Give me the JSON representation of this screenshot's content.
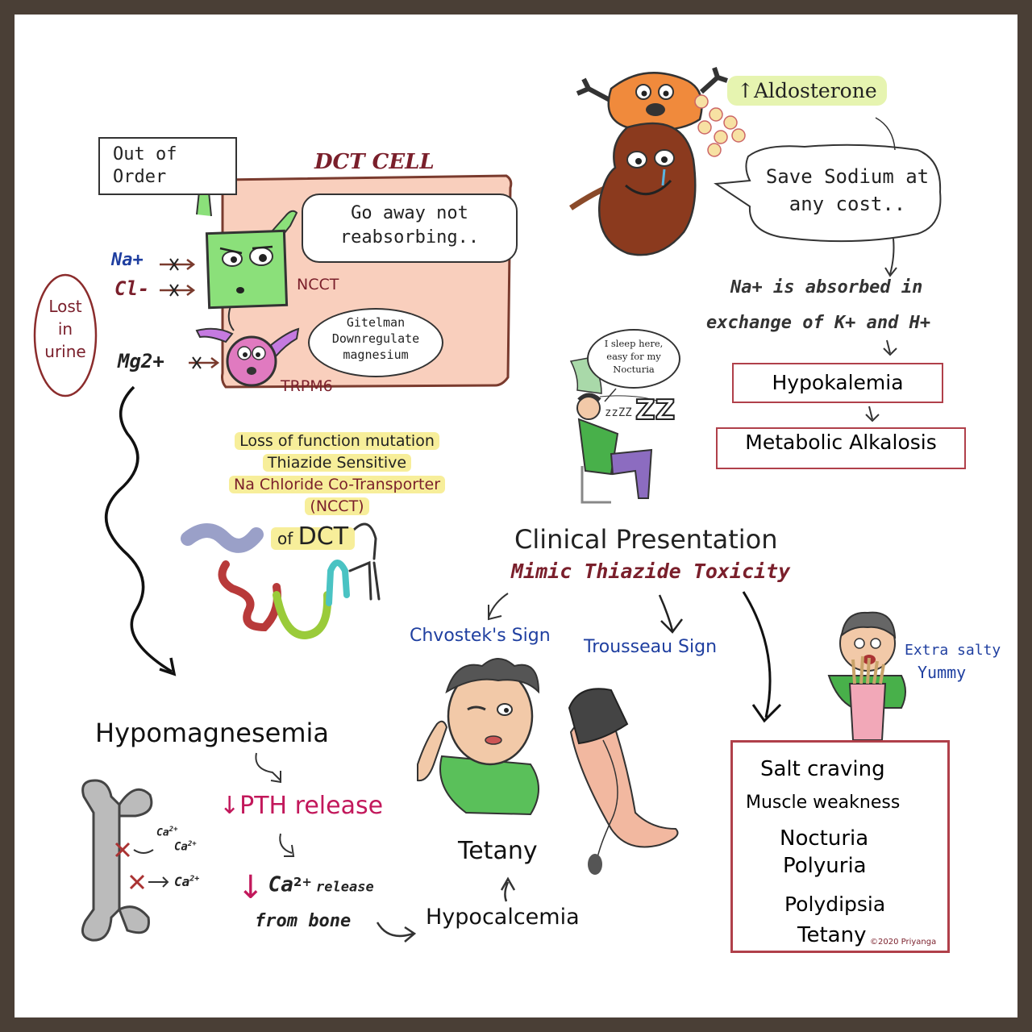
{
  "colors": {
    "frame": "#4a3f36",
    "cell_fill": "#f9cfbd",
    "ncct_green": "#8be07a",
    "trpm6_pink": "#e07ac0",
    "maroon": "#7a1f2b",
    "blue_text": "#1f3fa0",
    "box_border": "#b0404a",
    "highlight_yellow": "#f7ee9a",
    "pth_pink": "#c2185b"
  },
  "dct": {
    "out_of_order": "Out of Order",
    "title": "DCT CELL",
    "speech": "Go away not reabsorbing..",
    "ncct_label": "NCCT",
    "trpm6_label": "TRPM6",
    "gitelman_bubble": "Gitelman Downregulate magnesium",
    "ions": [
      "Na+",
      "Cl-",
      "Mg2+"
    ],
    "lost_urine": [
      "Lost",
      "in",
      "urine"
    ]
  },
  "mutation": {
    "line1": "Loss of function mutation",
    "line2": "Thiazide Sensitive",
    "line3": "Na Chloride Co-Transporter",
    "line4": "(NCCT)",
    "line5_of": "of",
    "line5_dct": "DCT"
  },
  "aldosterone": {
    "label": "↑Aldosterone",
    "speech": "Save Sodium at any cost..",
    "exchange_line1": "Na+ is absorbed in",
    "exchange_line2": "exchange of K+ and H+",
    "hypokalemia": "Hypokalemia",
    "alkalosis": "Metabolic Alkalosis"
  },
  "nocturia_bubble": "I sleep here, easy for my Nocturia",
  "clinical": {
    "title": "Clinical Presentation",
    "subtitle": "Mimic Thiazide Toxicity",
    "chvostek": "Chvostek's Sign",
    "trousseau": "Trousseau Sign",
    "extra_salty": "Extra salty",
    "yummy": "Yummy",
    "symptoms": [
      "Salt craving",
      "Muscle weakness",
      "Nocturia",
      "Polyuria",
      "Polydipsia",
      "Tetany"
    ],
    "copyright": "©2020 Priyanga"
  },
  "cascade": {
    "hypomagnesemia": "Hypomagnesemia",
    "pth": "↓PTH release",
    "ca_arrow": "↓",
    "ca_label": "Ca",
    "ca_sup": "2+",
    "ca_release": "release",
    "from_bone": "from bone",
    "hypocalcemia": "Hypocalcemia",
    "tetany": "Tetany",
    "bone_ca": [
      "Ca",
      "Ca",
      "Ca"
    ],
    "bone_ca_sup": "2+"
  },
  "icons": [
    "kidney-character",
    "adrenal-character",
    "ncct-character",
    "trpm6-character",
    "bone",
    "sleeping-man",
    "face-chvostek",
    "arm-cuff",
    "man-fries"
  ]
}
